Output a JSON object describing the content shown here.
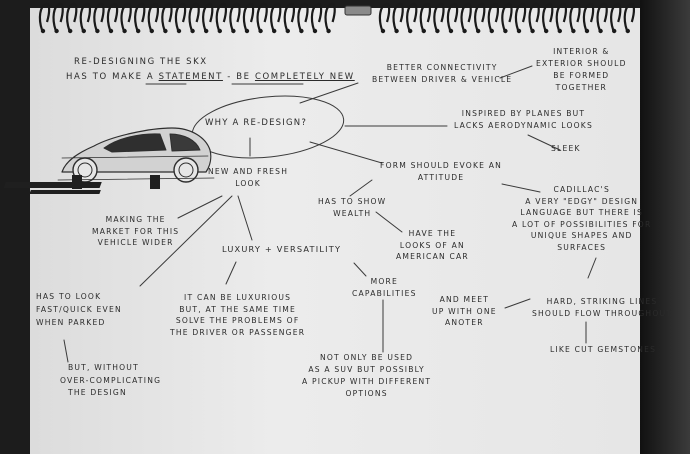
{
  "notes": {
    "heading_line1": "Re-designing the SKX",
    "heading_line2_a": "Has to make a",
    "heading_line2_b": "statement",
    "heading_line2_c": "- be",
    "heading_line2_d": "completely new",
    "center": "Why a re-design?",
    "connectivity_1": "Better connectivity",
    "connectivity_2": "between driver & vehicle",
    "interior_1": "Interior &",
    "interior_2": "exterior should",
    "interior_3": "be formed",
    "interior_4": "together",
    "planes_1": "Inspired by planes but",
    "planes_2": "lacks aerodynamic looks",
    "sleek": "Sleek",
    "new_fresh_1": "New and fresh",
    "new_fresh_2": "look",
    "form_1": "Form should evoke an",
    "form_2": "attitude",
    "wealth_1": "Has to show",
    "wealth_2": "wealth",
    "american_1": "Have the",
    "american_2": "looks of an",
    "american_3": "American car",
    "cadillac_1": "Cadillac's",
    "cadillac_2": "a very \"edgy\" design",
    "cadillac_3": "language but there is",
    "cadillac_4": "a lot of possibilities for",
    "cadillac_5": "unique shapes and",
    "cadillac_6": "surfaces",
    "market_1": "Making the",
    "market_2": "market for this",
    "market_3": "vehicle wider",
    "luxury": "Luxury + Versatility",
    "capabilities_1": "More",
    "capabilities_2": "capabilities",
    "fast_1": "Has to look",
    "fast_2": "fast/quick even",
    "fast_3": "when parked",
    "luxurious_1": "It can be luxurious",
    "luxurious_2": "but, at the same time",
    "luxurious_3": "solve the problems of",
    "luxurious_4": "the driver or passenger",
    "meet_1": "and meet",
    "meet_2": "up with one",
    "meet_3": "anoter",
    "hard_1": "Hard, striking lines",
    "hard_2": "should flow throughout",
    "gemstones": "Like cut gemstones",
    "without_1": "But, without",
    "without_2": "over-complicating",
    "without_3": "the design",
    "suv_1": "Not only be used",
    "suv_2": "as a SUV but possibly",
    "suv_3": "a pickup with different",
    "suv_4": "options"
  },
  "colors": {
    "paper": "#e8e8e8",
    "ink": "#2b2b2b",
    "background": "#1c1c1c"
  },
  "icons": [
    "car-sketch",
    "spiral-binding"
  ]
}
